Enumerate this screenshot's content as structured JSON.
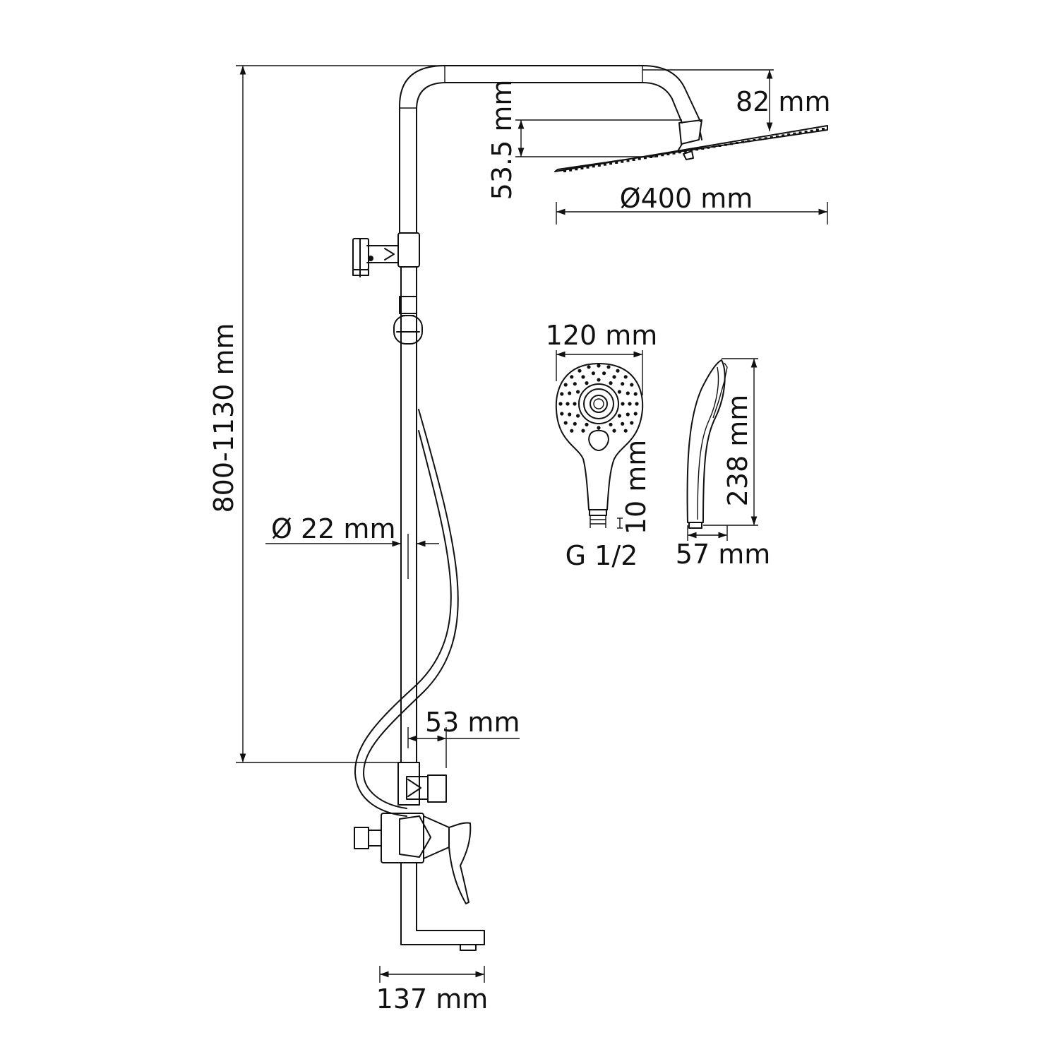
{
  "dimensions": {
    "total_height": "800-1130 mm",
    "arm_drop": "82 mm",
    "head_thickness": "53.5 mm",
    "head_diameter": "Ø400 mm",
    "hand_width": "120 mm",
    "hand_length": "238 mm",
    "hand_thread_length": "10 mm",
    "hand_thread": "G 1/2",
    "hand_depth": "57 mm",
    "rail_diameter": "Ø 22 mm",
    "rail_offset": "53 mm",
    "spout_length": "137 mm"
  },
  "colors": {
    "line": "#111111",
    "background": "#ffffff"
  }
}
